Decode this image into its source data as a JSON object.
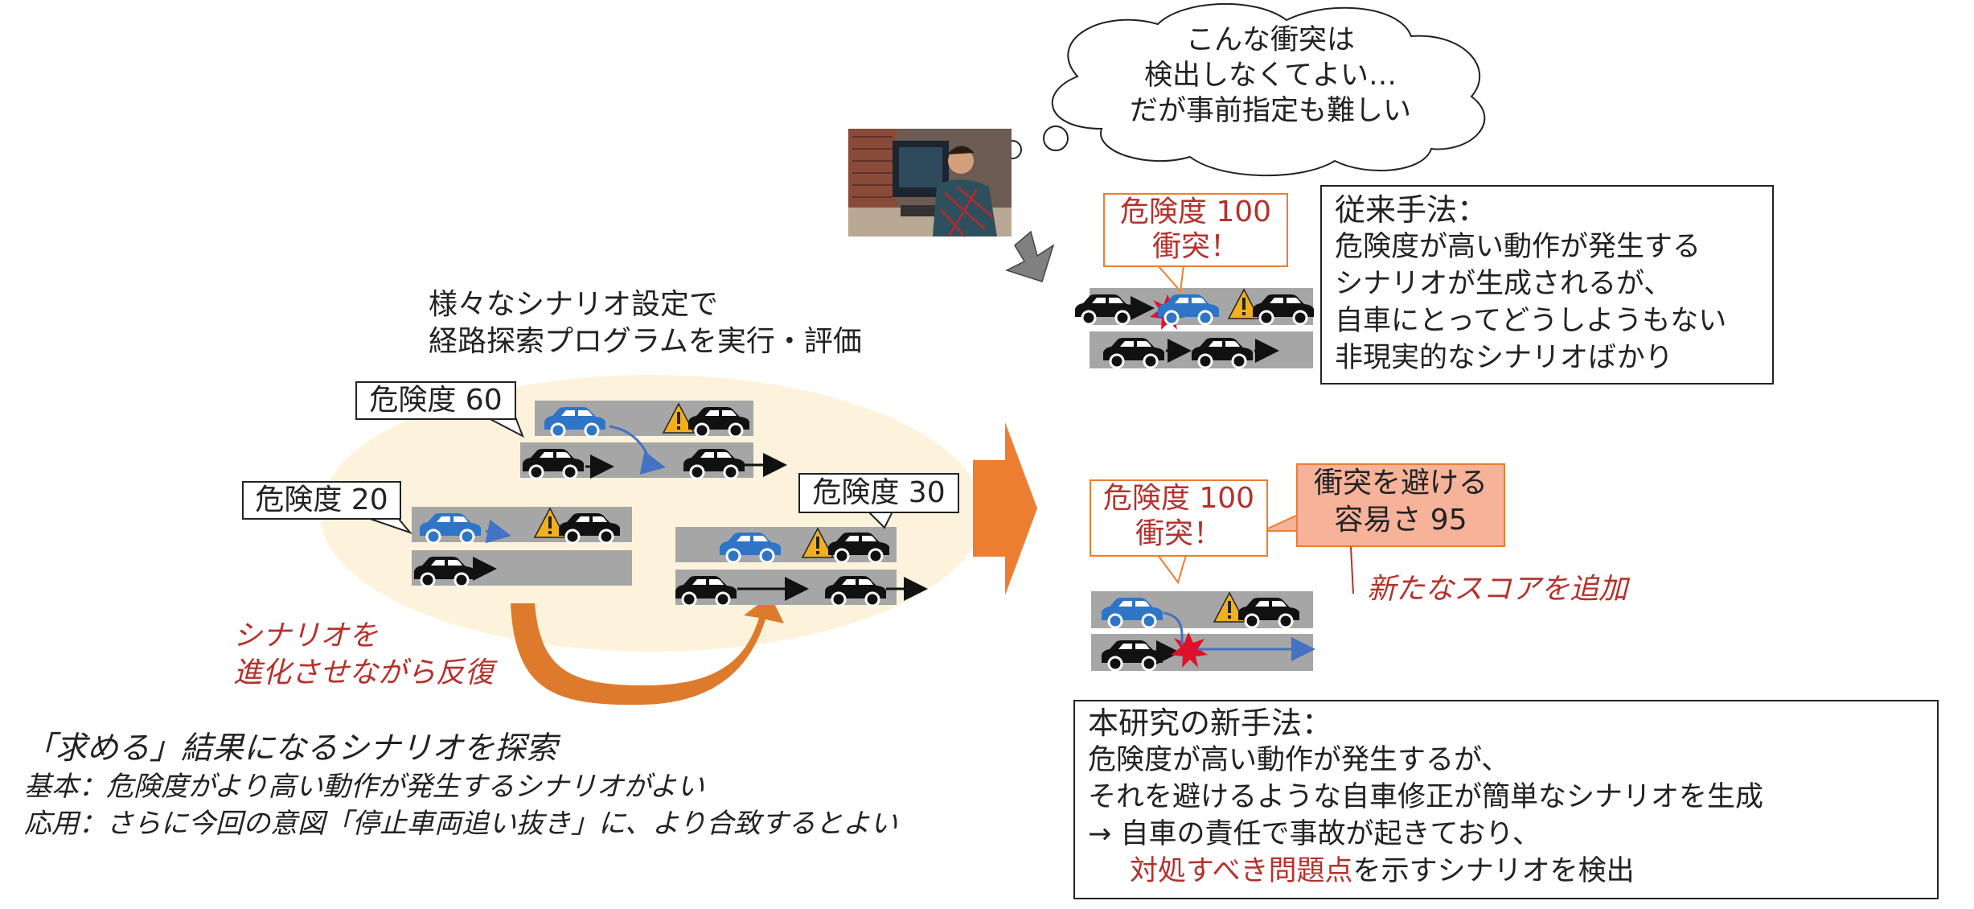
{
  "thought": {
    "lines": [
      "こんな衝突は",
      "検出しなくてよい…",
      "だが事前指定も難しい"
    ]
  },
  "left_caption": {
    "lines": [
      "様々なシナリオ設定で",
      "経路探索プログラムを実行・評価"
    ]
  },
  "danger_tags": {
    "d60": "危険度 60",
    "d20": "危険度 20",
    "d30": "危険度 30"
  },
  "evolve_note": {
    "lines": [
      "シナリオを",
      "進化させながら反復"
    ]
  },
  "goal": {
    "title": "「求める」結果になるシナリオを探索",
    "basic": "基本：危険度がより高い動作が発生するシナリオがよい",
    "applied": "応用：さらに今回の意図「停止車両追い抜き」に、より合致するとよい"
  },
  "conventional": {
    "bubble": [
      "危険度 100",
      "衝突！"
    ],
    "box": [
      "従来手法：",
      "危険度が高い動作が発生する",
      "シナリオが生成されるが、",
      "自車にとってどうしようもない",
      "非現実的なシナリオばかり"
    ]
  },
  "proposed": {
    "bubble": [
      "危険度 100",
      "衝突！"
    ],
    "avoid_bubble": [
      "衝突を避ける",
      "容易さ 95"
    ],
    "new_score": "新たなスコアを追加",
    "box_title": "本研究の新手法：",
    "box_lines": [
      "危険度が高い動作が発生するが、",
      "それを避けるような自車修正が簡単なシナリオを生成",
      "→ 自車の責任で事故が起きており、"
    ],
    "box_last_red": "対処すべき問題点",
    "box_last_rest": "を示すシナリオを検出"
  },
  "colors": {
    "red_text": "#b5312b",
    "orange": "#ed7d31",
    "blue_car": "#2e75c7",
    "road": "#a6a6a6",
    "oval": "#fdf3dc",
    "warning": "#f2b01e"
  },
  "icons": [
    "car-icon",
    "warning-icon",
    "collision-icon",
    "thinking-person-photo"
  ]
}
